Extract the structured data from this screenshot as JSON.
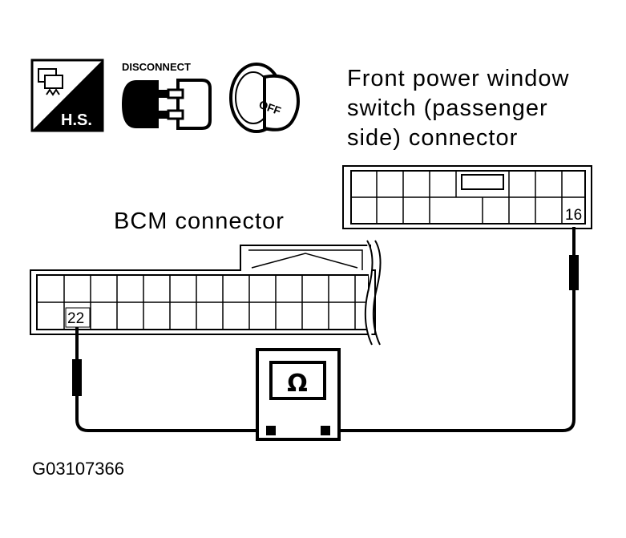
{
  "icons": {
    "hs_label": "H.S.",
    "disconnect_label": "DISCONNECT",
    "off_label": "OFF"
  },
  "front_switch": {
    "title_lines": [
      "Front power window",
      "switch (passenger",
      "side) connector"
    ],
    "pin": "16"
  },
  "bcm": {
    "title": "BCM connector",
    "pin": "22"
  },
  "meter": {
    "symbol": "Ω"
  },
  "figure_id": "G03107366"
}
